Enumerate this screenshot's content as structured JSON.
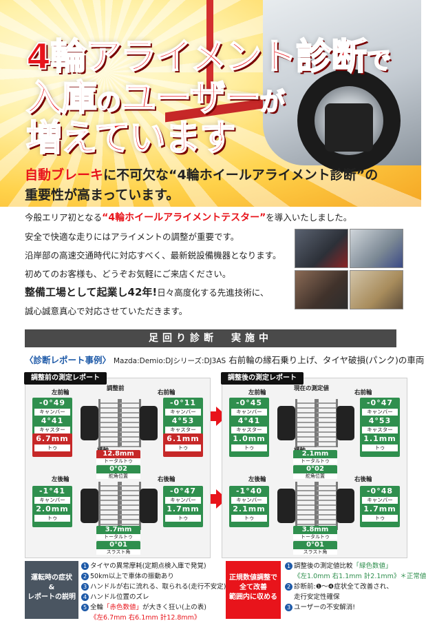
{
  "hero": {
    "title_line1": "4輪アライメント診断",
    "title_line1_tail": "で",
    "title_line2_a": "入庫",
    "title_line2_b": "の",
    "title_line2_c": "ユーザー",
    "title_line2_d": "が",
    "title_line3": "増えています",
    "sub_red": "自動ブレーキ",
    "sub_mid": "に不可欠な“4輪ホイールアライメント診断”の",
    "sub_line2": "重要性が高まっています。"
  },
  "intro": {
    "l1_a": "今般エリア初となる",
    "l1_red": "“4輪ホイールアライメントテスター”",
    "l1_b": "を導入いたしました。",
    "l2": "安全で快適な走りにはアライメントの調整が重要です。",
    "l3": "沿岸部の高速交通時代に対応すべく、最新鋭設備機器となります。",
    "l4": "初めてのお客様も、どうぞお気軽にご来店ください。",
    "l5_big": "整備工場として起業し42年!",
    "l5_b": "日々高度化する先進技術に、",
    "l6": "誠心誠意真心で対応させていただきます。"
  },
  "section_bar": "足回り診断　実施中",
  "case": {
    "label": "〈診断レポート事例〉",
    "car": "Mazda:Demio:DJシリーズ:DJ3AS",
    "note": "右前輪の縁石乗り上げ、タイヤ破損(パンク)の車両"
  },
  "before": {
    "title": "調整前の測定レポート",
    "front_label": "調整前",
    "fl": "左前輪",
    "fr": "右前輪",
    "rl": "左後輪",
    "rr": "右後輪",
    "fl_camber": "-0°49",
    "fl_caster": "4°41",
    "fl_toe": "6.7mm",
    "fr_camber": "-0°11",
    "fr_caster": "4°53",
    "fr_toe": "6.1mm",
    "front_total_label": "横軸",
    "front_total": "12.8mm",
    "front_total_name": "トータルトゥ",
    "steer": "0°02",
    "steer_name": "舵角位置",
    "rl_camber": "-1°41",
    "rl_toe": "2.0mm",
    "rr_camber": "-0°47",
    "rr_toe": "1.7mm",
    "rear_total": "3.7mm",
    "rear_total_name": "トータルトゥ",
    "thrust": "0°01",
    "thrust_name": "スラスト角",
    "camber": "キャンバー",
    "caster": "キャスター",
    "toe": "トゥ"
  },
  "after": {
    "title": "調整後の測定レポート",
    "front_label": "現在の測定値",
    "fl": "左前輪",
    "fr": "右前輪",
    "rl": "左後輪",
    "rr": "右後輪",
    "fl_camber": "-0°45",
    "fl_caster": "4°41",
    "fl_toe": "1.0mm",
    "fr_camber": "-0°47",
    "fr_caster": "4°53",
    "fr_toe": "1.1mm",
    "front_total_label": "横軸",
    "front_total": "2.1mm",
    "front_total_name": "トータルトゥ",
    "steer": "0°02",
    "steer_name": "舵角位置",
    "rl_camber": "-1°40",
    "rl_toe": "2.1mm",
    "rr_camber": "-0°48",
    "rr_toe": "1.7mm",
    "rear_total": "3.8mm",
    "rear_total_name": "トータルトゥ",
    "thrust": "0°01",
    "thrust_name": "スラスト角",
    "camber": "キャンバー",
    "caster": "キャスター",
    "toe": "トゥ"
  },
  "symptoms": {
    "box": [
      "運転時の症状",
      "&",
      "レポートの説明"
    ],
    "items": [
      "タイヤの異常摩耗(定期点検入庫で発覚)",
      "50km以上で車体の振動あり",
      "ハンドルが右に流れる、取られる(走行不安定)",
      "ハンドル位置のズレ"
    ],
    "item5_a": "全輪",
    "item5_red": "「赤色数値」",
    "item5_b": "が大きく狂い(上の表)",
    "item5_detail": "《左6.7mm 右6.1mm 計12.8mm》",
    "nums": [
      "1",
      "2",
      "3",
      "4",
      "5"
    ]
  },
  "result": {
    "box": [
      "正規数値調整で",
      "全て改善",
      "範囲内に収める"
    ],
    "r1_a": "調整後の測定値比較",
    "r1_grn": "「緑色数値」",
    "r1_detail": "《左1.0mm 右1.1mm 計2.1mm》＊正常値",
    "r2": "診断前:❶〜❹症状全て改善され、",
    "r2b": "走行安定性確保",
    "r3": "ユーザーの不安解消!",
    "nums": [
      "1",
      "2",
      "3"
    ]
  },
  "colors": {
    "accent_red": "#e8141b",
    "ok_green": "#2f8f4e",
    "link_blue": "#1e5aa8"
  }
}
